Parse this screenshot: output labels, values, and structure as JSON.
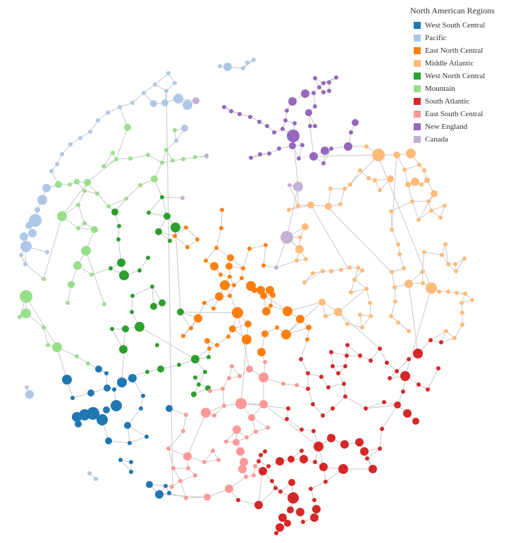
{
  "legend": {
    "title": "North American Regions",
    "items": [
      {
        "label": "West South Central",
        "color": "#1f77b4"
      },
      {
        "label": "Pacific",
        "color": "#aec7e8"
      },
      {
        "label": "East North Central",
        "color": "#ff7f0e"
      },
      {
        "label": "Middle Atlantic",
        "color": "#ffbb78"
      },
      {
        "label": "West North Central",
        "color": "#2ca02c"
      },
      {
        "label": "Mountain",
        "color": "#98df8a"
      },
      {
        "label": "South Atlantic",
        "color": "#d62728"
      },
      {
        "label": "East South Central",
        "color": "#ff9896"
      },
      {
        "label": "New England",
        "color": "#9467bd"
      },
      {
        "label": "Canada",
        "color": "#c5b0d5"
      }
    ]
  }
}
